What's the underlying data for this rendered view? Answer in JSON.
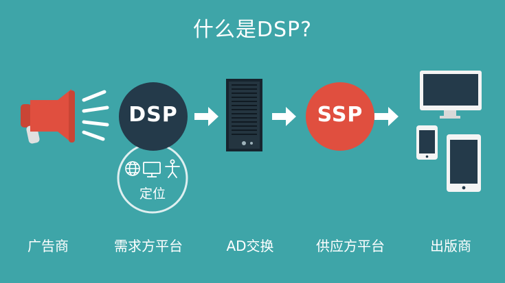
{
  "title": "什么是DSP?",
  "nodes": {
    "dsp_label": "DSP",
    "ssp_label": "SSP",
    "targeting_label": "定位"
  },
  "bottom_labels": [
    "广告商",
    "需求方平台",
    "AD交换",
    "供应方平台",
    "出版商"
  ],
  "icons": [
    "megaphone-icon",
    "globe-icon",
    "monitor-icon",
    "person-icon",
    "server-icon",
    "desktop-monitor-icon",
    "phone-icon",
    "tablet-icon"
  ],
  "colors": {
    "background": "#3ea5a8",
    "dsp_circle": "#243a4a",
    "ssp_circle": "#e04f3f",
    "megaphone": "#e04f3f",
    "server": "#17242e",
    "arrow": "#ffffff"
  }
}
